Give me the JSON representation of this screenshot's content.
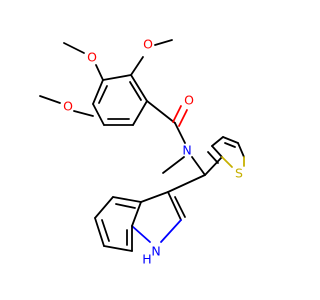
{
  "atoms": {
    "o_top_left": "O",
    "o_top_right": "O",
    "o_mid_left": "O",
    "o_carbonyl": "O",
    "n_amide": "N",
    "s_thiophene": "S",
    "nh_indole": "H",
    "n_indole": "N"
  },
  "colors": {
    "bond": "#000000",
    "oxygen": "#ff0000",
    "nitrogen": "#0000ff",
    "sulfur": "#c6b000"
  }
}
